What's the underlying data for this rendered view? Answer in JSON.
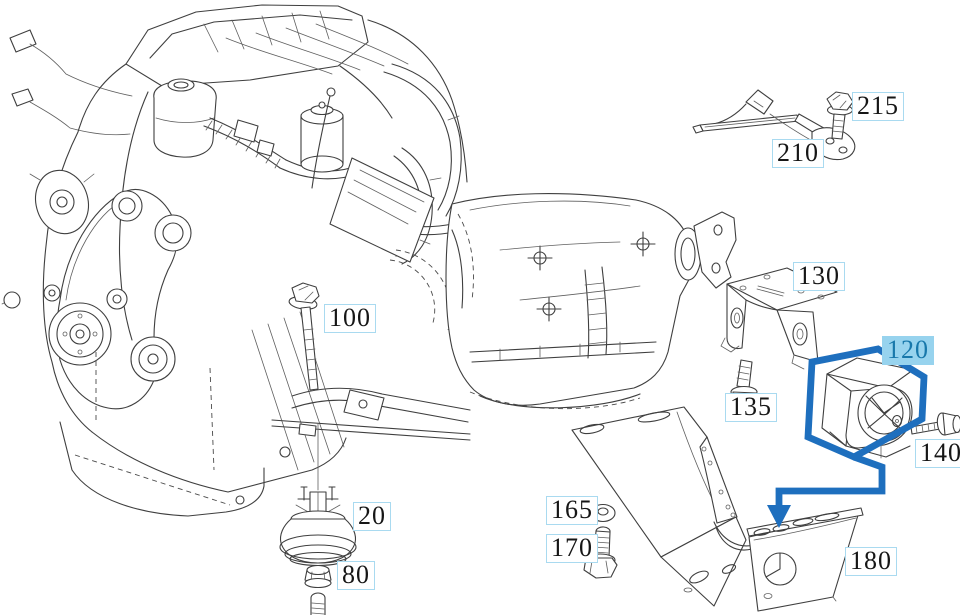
{
  "diagram": {
    "background_color": "#ffffff",
    "line_color": "#3f3f3f",
    "accent_color": "#1e6fbe",
    "label_style": {
      "border_color": "#a9daf0",
      "text_color": "#161616",
      "selected_bg_color": "#97d3ee",
      "selected_text_color": "#1878ab"
    },
    "selected_part": "120",
    "callout": {
      "shape": "hexagon",
      "arrow_direction": "down"
    },
    "parts": {
      "p20": {
        "label": "20"
      },
      "p80": {
        "label": "80"
      },
      "p100": {
        "label": "100"
      },
      "p120": {
        "label": "120"
      },
      "p130": {
        "label": "130"
      },
      "p135": {
        "label": "135"
      },
      "p140": {
        "label": "140"
      },
      "p165": {
        "label": "165"
      },
      "p170": {
        "label": "170"
      },
      "p180": {
        "label": "180"
      },
      "p210": {
        "label": "210"
      },
      "p215": {
        "label": "215"
      }
    }
  }
}
